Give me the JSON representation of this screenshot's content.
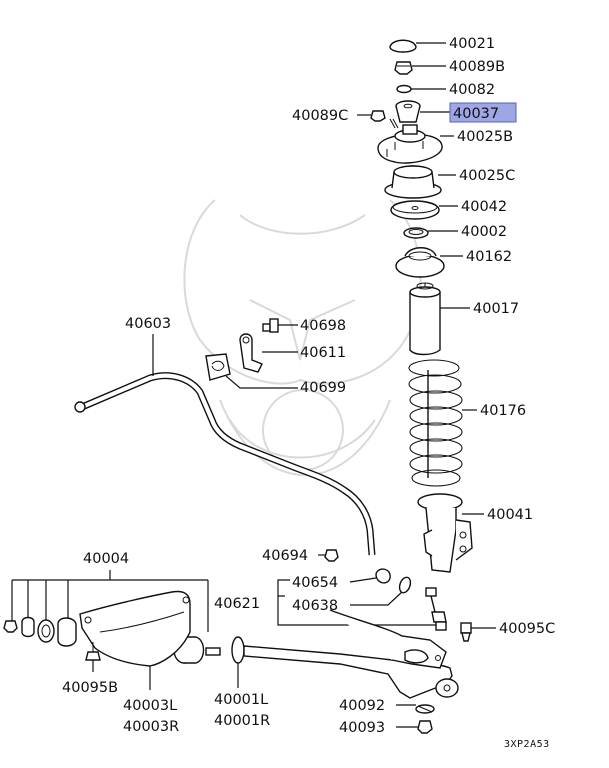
{
  "callouts": {
    "p40021": "40021",
    "p40089B": "40089B",
    "p40082": "40082",
    "p40089C": "40089C",
    "p40037": "40037",
    "p40025B": "40025B",
    "p40025C": "40025C",
    "p40042": "40042",
    "p40002": "40002",
    "p40162": "40162",
    "p40017": "40017",
    "p40176": "40176",
    "p40041": "40041",
    "p40603": "40603",
    "p40698": "40698",
    "p40611": "40611",
    "p40699": "40699",
    "p40694": "40694",
    "p40654": "40654",
    "p40621": "40621",
    "p40638": "40638",
    "p40095C": "40095C",
    "p40004": "40004",
    "p40095B": "40095B",
    "p40003L": "40003L",
    "p40003R": "40003R",
    "p40001L": "40001L",
    "p40001R": "40001R",
    "p40092": "40092",
    "p40093": "40093"
  },
  "diagram_code": "3XP2A53",
  "highlight_color": "#9ea6e6"
}
